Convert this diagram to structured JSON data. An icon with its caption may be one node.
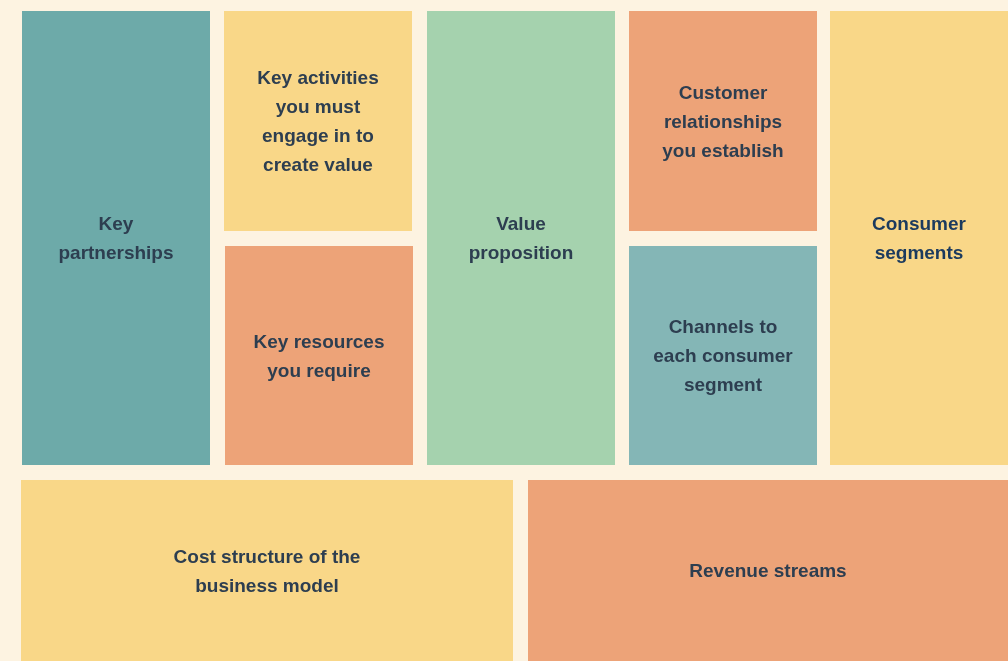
{
  "diagram": {
    "nodes": [
      {
        "text": [
          "Key partnerships"
        ]
      },
      {
        "text": [
          "Key activities you must engage in to create value"
        ]
      },
      {
        "text": [
          "Key resources you require"
        ]
      },
      {
        "text": [
          "Value proposition"
        ]
      },
      {
        "text": [
          "Customer relationships you establish"
        ]
      },
      {
        "text": [
          "Channels to each consumer segment"
        ]
      },
      {
        "text": [
          "Consumer segments"
        ]
      },
      {
        "text": [
          "Cost structure of the business model"
        ]
      },
      {
        "text": [
          "Revenue streams"
        ]
      }
    ],
    "edges": []
  }
}
